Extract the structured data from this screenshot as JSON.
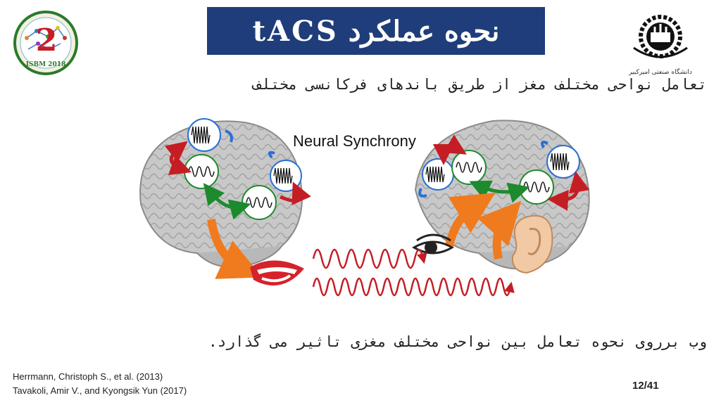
{
  "slide": {
    "title": "نحوه عملکرد tACS",
    "subtitle": "تعامل نواحی مختلف مغز از طریق باندهای فرکانسی مختلف",
    "caption": "وب برروی نحوه تعامل بین نواحی مختلف مغزی تاثیر می گذارد.",
    "figure_label": "Neural Synchrony",
    "university_name": "دانشگاه صنعتی امیرکبیر",
    "left_logo_text": "ISBM 2018",
    "left_logo_number": "2",
    "references": [
      "Herrmann, Christoph S., et al. (2013)",
      "Tavakoli, Amir V., and Kyongsik Yun (2017)"
    ],
    "page_number": "12/41"
  },
  "colors": {
    "title_bg": "#1f3d7a",
    "red_arrow": "#c41e24",
    "green_arrow": "#1e8a2e",
    "blue_arrow": "#2a6fd6",
    "orange_arrow": "#f07a1e",
    "wave": "#c41e24"
  }
}
